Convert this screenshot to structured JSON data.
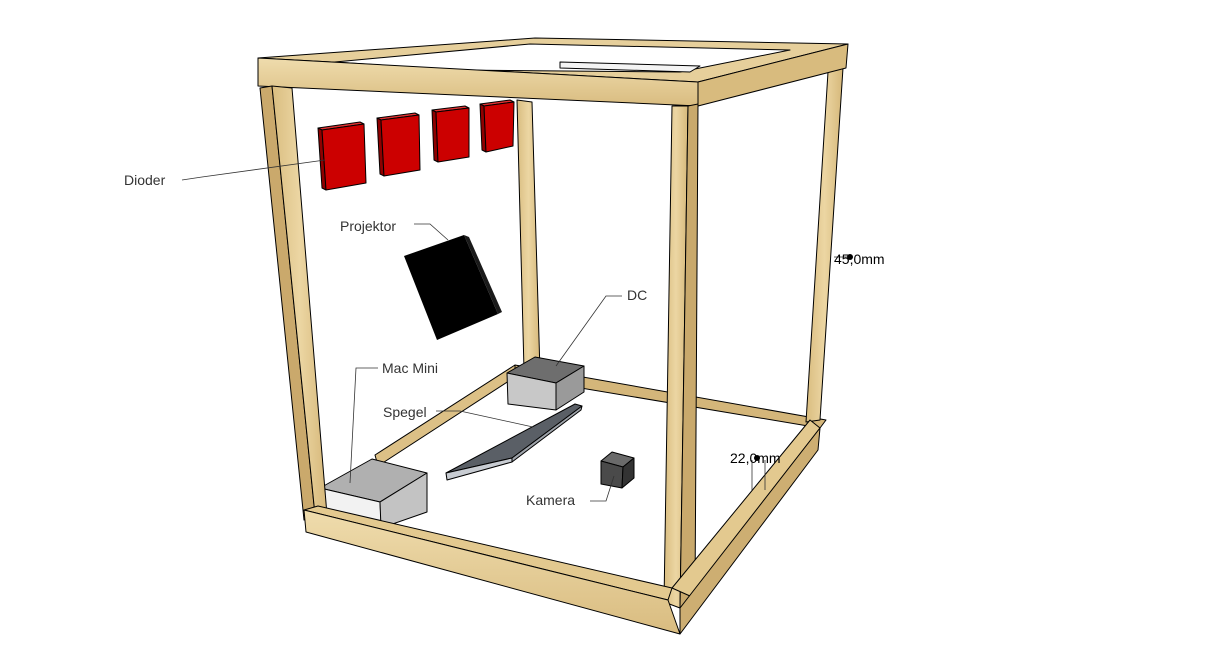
{
  "labels": {
    "dioder": "Dioder",
    "projektor": "Projektor",
    "dc": "DC",
    "mac_mini": "Mac Mini",
    "spegel": "Spegel",
    "kamera": "Kamera"
  },
  "dimensions": {
    "height": "45,0mm",
    "beam": "22,0mm"
  },
  "colors": {
    "wood": "#e3c98f",
    "wood_dark": "#c7a86b",
    "wood_light": "#efdcad",
    "diode": "#cc0000",
    "diode_side": "#8f0000",
    "projector": "#000000",
    "box_top": "#6e6e6e",
    "box_side": "#9a9a9a",
    "box_front": "#c8c8c8",
    "mirror": "#5a5f66",
    "camera": "#4a4a4a"
  }
}
